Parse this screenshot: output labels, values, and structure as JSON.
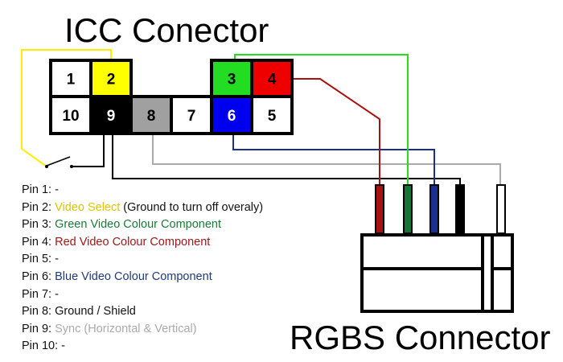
{
  "titles": {
    "icc": "ICC Conector",
    "rgbs": "RGBS Connector"
  },
  "icc_pins": [
    {
      "label": "1",
      "fill": "#ffffff",
      "text_color": "#000000"
    },
    {
      "label": "2",
      "fill": "#ffff00",
      "text_color": "#000000"
    },
    {
      "label": "3",
      "fill": "#22dd22",
      "text_color": "#000000"
    },
    {
      "label": "4",
      "fill": "#ee0000",
      "text_color": "#000000"
    },
    {
      "label": "10",
      "fill": "#ffffff",
      "text_color": "#000000"
    },
    {
      "label": "9",
      "fill": "#000000",
      "text_color": "#ffffff"
    },
    {
      "label": "8",
      "fill": "#a0a0a0",
      "text_color": "#000000"
    },
    {
      "label": "7",
      "fill": "#ffffff",
      "text_color": "#000000"
    },
    {
      "label": "6",
      "fill": "#0000ee",
      "text_color": "#ffffff"
    },
    {
      "label": "5",
      "fill": "#ffffff",
      "text_color": "#000000"
    }
  ],
  "wire_colors": {
    "red": "#aa1111",
    "green": "#22dd22",
    "green_plug": "#117733",
    "blue": "#1a2f8f",
    "black": "#000000",
    "gray": "#aaaaaa",
    "yellow": "#ffee00"
  },
  "legend": [
    {
      "prefix": "Pin 1: ",
      "name": "-",
      "name_color": "#111111",
      "suffix": ""
    },
    {
      "prefix": "Pin 2: ",
      "name": "Video Select",
      "name_color": "#e2c300",
      "suffix": " (Ground to turn off overaly)"
    },
    {
      "prefix": "Pin 3: ",
      "name": "Green Video Colour Component",
      "name_color": "#1b7a3a",
      "suffix": ""
    },
    {
      "prefix": "Pin 4: ",
      "name": "Red Video Colour Component",
      "name_color": "#a01818",
      "suffix": ""
    },
    {
      "prefix": "Pin 5: ",
      "name": "-",
      "name_color": "#111111",
      "suffix": ""
    },
    {
      "prefix": "Pin 6: ",
      "name": "Blue Video Colour Component",
      "name_color": "#1e3a78",
      "suffix": ""
    },
    {
      "prefix": "Pin 7: ",
      "name": "-",
      "name_color": "#111111",
      "suffix": ""
    },
    {
      "prefix": "Pin 8: ",
      "name": "Ground / Shield",
      "name_color": "#111111",
      "suffix": ""
    },
    {
      "prefix": "Pin 9: ",
      "name": "Sync (Horizontal & Vertical)",
      "name_color": "#aaaaaa",
      "suffix": ""
    },
    {
      "prefix": "Pin 10: ",
      "name": "-",
      "name_color": "#111111",
      "suffix": ""
    }
  ]
}
